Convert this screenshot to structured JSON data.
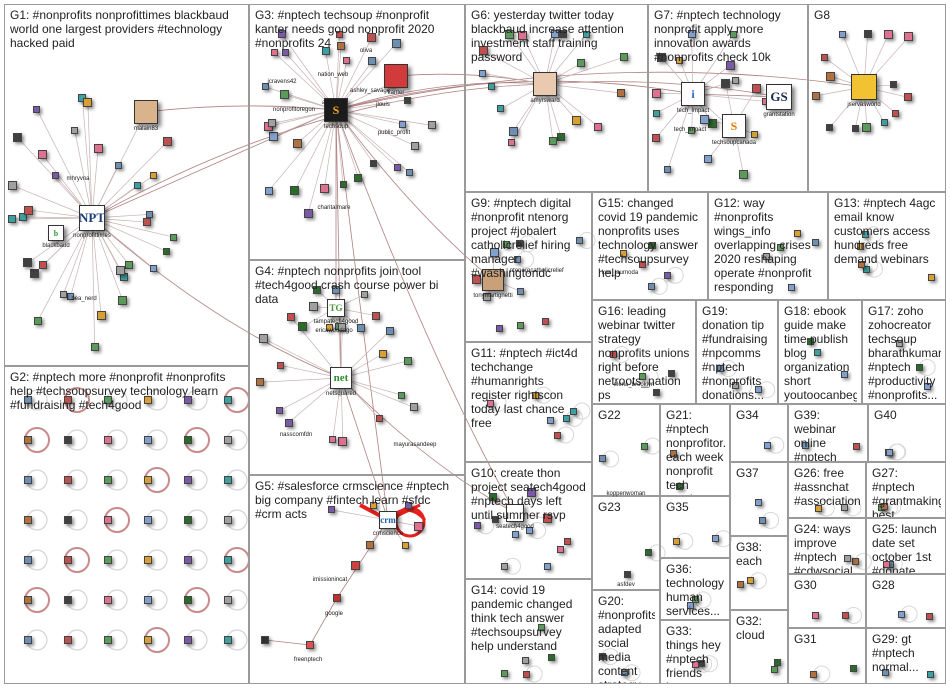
{
  "groups": [
    {
      "id": "G1",
      "label": "G1: #nonprofits nonprofittimes blackbaud world one largest providers #technology hacked paid"
    },
    {
      "id": "G2",
      "label": "G2: #nptech more #nonprofit #nonprofits help #techsoupsurvey technology learn #fundraising #tech4good"
    },
    {
      "id": "G3",
      "label": "G3: #nptech techsoup #nonprofit kanter needs good nonprofit 2020 #nonprofits 24"
    },
    {
      "id": "G4",
      "label": "G4: #nptech nonprofits join tool #tech4good crash course power bi data"
    },
    {
      "id": "G5",
      "label": "G5: #salesforce crmscience #nptech big company #fintech learn #sfdc #crm acts"
    },
    {
      "id": "G6",
      "label": "G6: yesterday twitter today blackbaud increase attention investment staff training password"
    },
    {
      "id": "G7",
      "label": "G7: #nptech technology nonprofit apply more innovation awards #nonprofits check 10k"
    },
    {
      "id": "G8",
      "label": "G8"
    },
    {
      "id": "G9",
      "label": "G9: #nptech digital #nonprofit ntenorg project #jobalert catholicrelief hiring manager #washingtondc"
    },
    {
      "id": "G10",
      "label": "G10: create thon project seatech4good #nptech days left until summer rsvp"
    },
    {
      "id": "G11",
      "label": "G11: #nptech #ict4d techchange #humanrights register rightscon today last chance free"
    },
    {
      "id": "G12",
      "label": "G12: way #nonprofits wings_info overlapping crises 2020 reshaping operate #nonprofit responding"
    },
    {
      "id": "G13",
      "label": "G13: #nptech 4agc email know customers access hundreds free demand webinars"
    },
    {
      "id": "G14",
      "label": "G14: covid 19 pandemic changed think tech answer #techsoupsurvey help understand"
    },
    {
      "id": "G15",
      "label": "G15: changed covid 19 pandemic nonprofits uses technology answer #techsoupsurvey help"
    },
    {
      "id": "G16",
      "label": "G16: leading webinar twitter strategy nonprofits unions right before netroots_nation ps"
    },
    {
      "id": "G17",
      "label": "G17: zoho zohocreator techsoup bharathkumarb #nptech #productivity #nonprofits..."
    },
    {
      "id": "G18",
      "label": "G18: ebook guide make time publish blog organization short youtoocanbeg..."
    },
    {
      "id": "G19",
      "label": "G19: donation tip #fundraising #npcomms #nptech #nonprofits donations..."
    },
    {
      "id": "G20",
      "label": "G20: #nonprofits adapted social media content strategy..."
    },
    {
      "id": "G21",
      "label": "G21: #nptech nonprofitor... each week nonprofit tech good..."
    },
    {
      "id": "G22",
      "label": "G22"
    },
    {
      "id": "G23",
      "label": "G23"
    },
    {
      "id": "G24",
      "label": "G24: ways improve #nptech #cdwsocial"
    },
    {
      "id": "G25",
      "label": "G25: launch date set october 1st #donate..."
    },
    {
      "id": "G26",
      "label": "G26: free #assnchat #association..."
    },
    {
      "id": "G27",
      "label": "G27: #nptech #grantmaking best tactics..."
    },
    {
      "id": "G28",
      "label": "G28"
    },
    {
      "id": "G29",
      "label": "G29: gt #nptech normal..."
    },
    {
      "id": "G30",
      "label": "G30"
    },
    {
      "id": "G31",
      "label": "G31"
    },
    {
      "id": "G32",
      "label": "G32: cloud"
    },
    {
      "id": "G33",
      "label": "G33: things hey #nptech friends knows..."
    },
    {
      "id": "G34",
      "label": "G34"
    },
    {
      "id": "G35",
      "label": "G35"
    },
    {
      "id": "G36",
      "label": "G36: technology human services..."
    },
    {
      "id": "G37",
      "label": "G37"
    },
    {
      "id": "G38",
      "label": "G38: each"
    },
    {
      "id": "G39",
      "label": "G39: webinar online #nptech attend..."
    },
    {
      "id": "G40",
      "label": "G40"
    }
  ],
  "hubs": [
    {
      "id": "nonprofittimes",
      "label": "nonprofittimes",
      "text": "NPT"
    },
    {
      "id": "techsoup",
      "label": "techsoup",
      "text": "S"
    },
    {
      "id": "netsquared",
      "label": "netsquared",
      "text": "net"
    },
    {
      "id": "crmscience",
      "label": "crmscience",
      "text": "crm"
    },
    {
      "id": "techimpact",
      "label": "tech_impact",
      "text": "i"
    },
    {
      "id": "grantstation",
      "label": "grantstation",
      "text": "GS"
    },
    {
      "id": "techsoupcanada",
      "label": "techsoupcanada",
      "text": "S"
    },
    {
      "id": "jservasworld",
      "label": "jservasworld",
      "text": ""
    },
    {
      "id": "amyrsward",
      "label": "amyrsward",
      "text": ""
    },
    {
      "id": "kanter",
      "label": "kanter",
      "text": ""
    },
    {
      "id": "malain",
      "label": "malain83",
      "text": ""
    },
    {
      "id": "tampatech",
      "label": "tampatech4good",
      "text": "TG"
    },
    {
      "id": "tonymartignetti",
      "label": "tonymartignetti",
      "text": ""
    },
    {
      "id": "seatech4good",
      "label": "seatech4good",
      "text": ""
    },
    {
      "id": "blackbaud",
      "label": "blackbaud",
      "text": "b"
    }
  ],
  "node_labels": [
    "mhryvna",
    "bea_nerd",
    "jcravens42",
    "nation_web",
    "ashley_savage",
    "nonprofitoregon",
    "addvic_e",
    "jlouis",
    "public_profit",
    "oliva",
    "charitalmare",
    "ericawoodago",
    "nasscomfdn",
    "mayurasandeep",
    "imissionincat",
    "google",
    "freenptech",
    "tech_impact",
    "ntenorg",
    "catholicrelief",
    "ken_laurnoda",
    "elena_brooklyn",
    "koppenwoman",
    "asfdev"
  ],
  "colors": {
    "border": "#9a9a9a",
    "edge": "#c7b3b3",
    "edge_strong": "#b08080",
    "highlight": "#e8201c",
    "node_default": "#8aa0b8"
  }
}
